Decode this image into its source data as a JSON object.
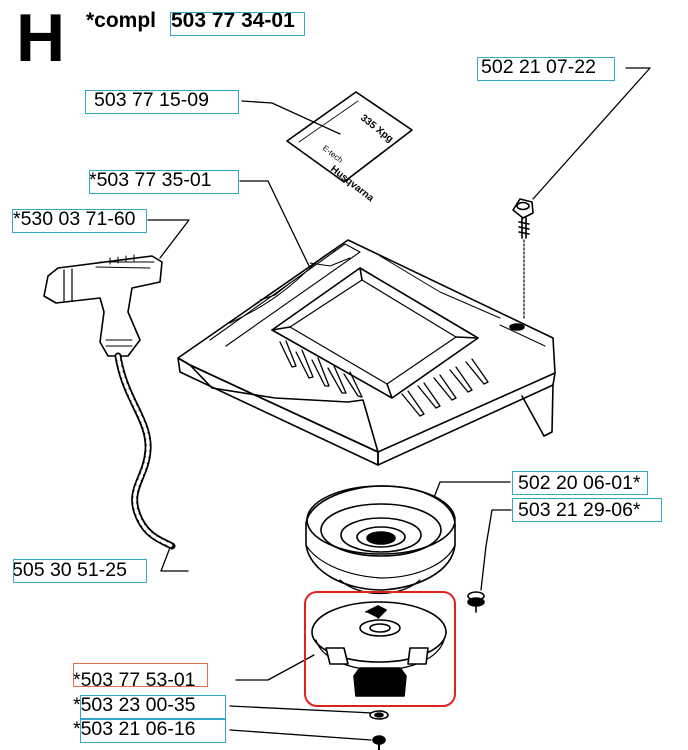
{
  "section_letter": "H",
  "header": {
    "prefix": "*compl",
    "code": "503 77 34-01"
  },
  "parts": [
    {
      "id": "label-502-21-07-22",
      "text": "502 21 07-22"
    },
    {
      "id": "label-503-77-15-09",
      "text": "503 77 15-09"
    },
    {
      "id": "label-503-77-35-01",
      "text": "*503 77 35-01"
    },
    {
      "id": "label-530-03-71-60",
      "text": "*530 03 71-60"
    },
    {
      "id": "label-502-20-06-01",
      "text": "502 20 06-01*"
    },
    {
      "id": "label-503-21-29-06",
      "text": "503 21 29-06*"
    },
    {
      "id": "label-505-30-51-25",
      "text": "505 30 51-25"
    },
    {
      "id": "label-503-77-53-01",
      "text": "*503 77 53-01"
    },
    {
      "id": "label-503-23-00-35",
      "text": "*503 23 00-35"
    },
    {
      "id": "label-503-21-06-16",
      "text": "*503 21 06-16"
    }
  ],
  "decal_text": [
    "Husqvarna",
    "E-tech",
    "335 Xpg"
  ],
  "colors": {
    "highlight_box": "#35a7c8",
    "selected_label": "#e0704a",
    "selection_frame": "#e0211f",
    "line_art": "#000000"
  }
}
